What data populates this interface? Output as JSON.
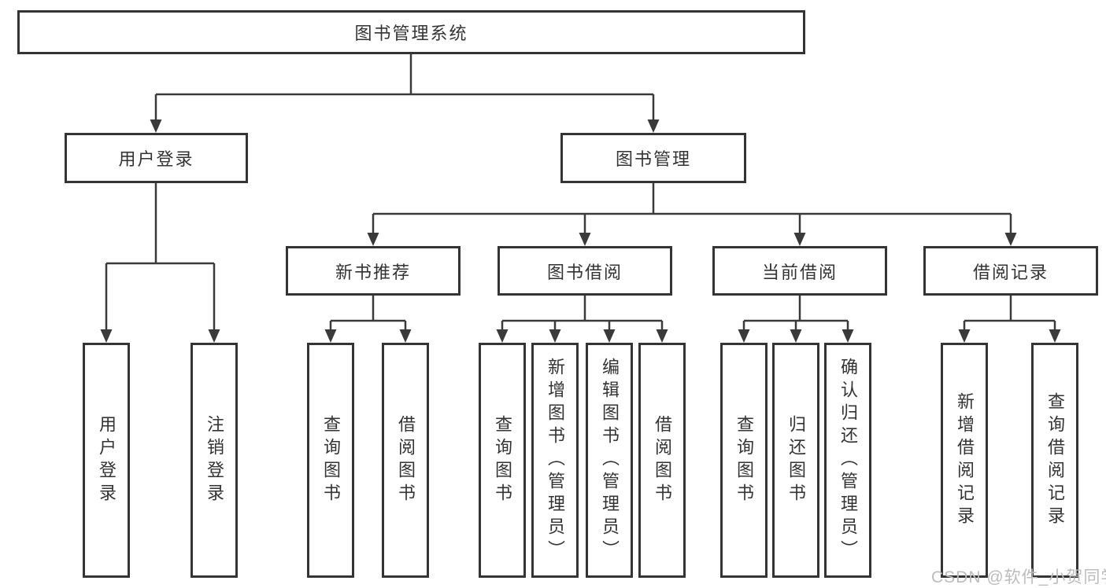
{
  "diagram_type": "hierarchy-tree",
  "colors": {
    "line": "#3a3a3a",
    "border": "#343434",
    "text": "#333333",
    "background": "#ffffff",
    "watermark": "#bcbcbc"
  },
  "tree": {
    "label": "图书管理系统",
    "children": [
      {
        "label": "用户登录",
        "children": [
          {
            "label": "用户登录"
          },
          {
            "label": "注销登录"
          }
        ]
      },
      {
        "label": "图书管理",
        "children": [
          {
            "label": "新书推荐",
            "children": [
              {
                "label": "查询图书"
              },
              {
                "label": "借阅图书"
              }
            ]
          },
          {
            "label": "图书借阅",
            "children": [
              {
                "label": "查询图书"
              },
              {
                "label": "新增图书（管理员）"
              },
              {
                "label": "编辑图书（管理员）"
              },
              {
                "label": "借阅图书"
              }
            ]
          },
          {
            "label": "当前借阅",
            "children": [
              {
                "label": "查询图书"
              },
              {
                "label": "归还图书"
              },
              {
                "label": "确认归还（管理员）"
              }
            ]
          },
          {
            "label": "借阅记录",
            "children": [
              {
                "label": "新增借阅记录"
              },
              {
                "label": "查询借阅记录"
              }
            ]
          }
        ]
      }
    ]
  },
  "watermark": "CSDN @软件_小贺同学"
}
